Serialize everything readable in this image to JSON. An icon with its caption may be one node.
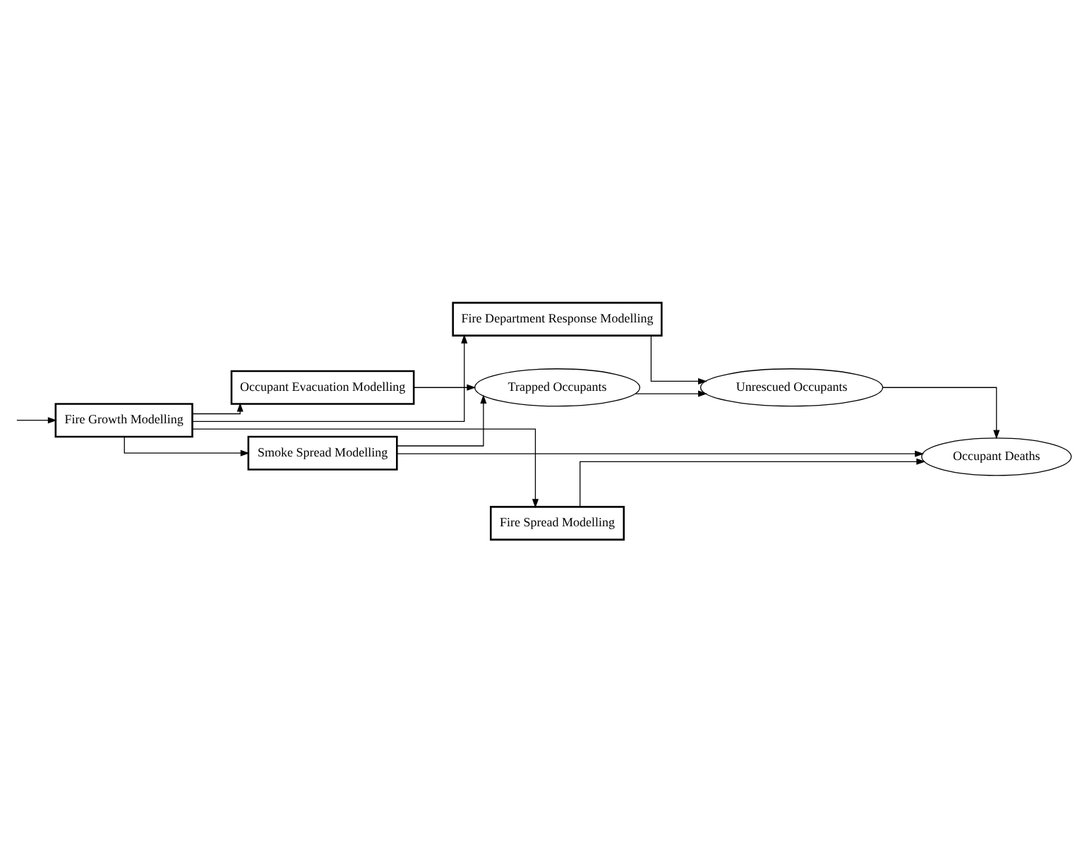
{
  "diagram": {
    "nodes": [
      {
        "text": [
          "Fire Growth Modelling"
        ]
      },
      {
        "text": [
          "Smoke Spread Modelling"
        ]
      },
      {
        "text": [
          "Trapped Occupants"
        ]
      },
      {
        "text": [
          "Occupant Evacuation Modelling"
        ]
      },
      {
        "text": [
          "Unrescued Occupants"
        ]
      },
      {
        "text": [
          "Fire Department Response Modelling"
        ]
      },
      {
        "text": [
          "Occupant Deaths"
        ]
      },
      {
        "text": [
          "Fire Spread Modelling"
        ]
      }
    ],
    "edges": [
      {
        "from": null,
        "to": 0,
        "arrow": "to"
      },
      {
        "from": 0,
        "to": 1,
        "arrow": "to"
      },
      {
        "from": 1,
        "to": 2,
        "arrow": "to"
      },
      {
        "from": 1,
        "to": 6,
        "arrow": "to"
      },
      {
        "from": 0,
        "to": 3,
        "arrow": "to"
      },
      {
        "from": 0,
        "to": 5,
        "arrow": "to"
      },
      {
        "from": 0,
        "to": 7,
        "arrow": "to"
      },
      {
        "from": 3,
        "to": 2,
        "arrow": "to"
      },
      {
        "from": 2,
        "to": 4,
        "arrow": "to"
      },
      {
        "from": 5,
        "to": 4,
        "arrow": "to"
      },
      {
        "from": 4,
        "to": 6,
        "arrow": "to"
      },
      {
        "from": 7,
        "to": 6,
        "arrow": "to"
      }
    ]
  }
}
